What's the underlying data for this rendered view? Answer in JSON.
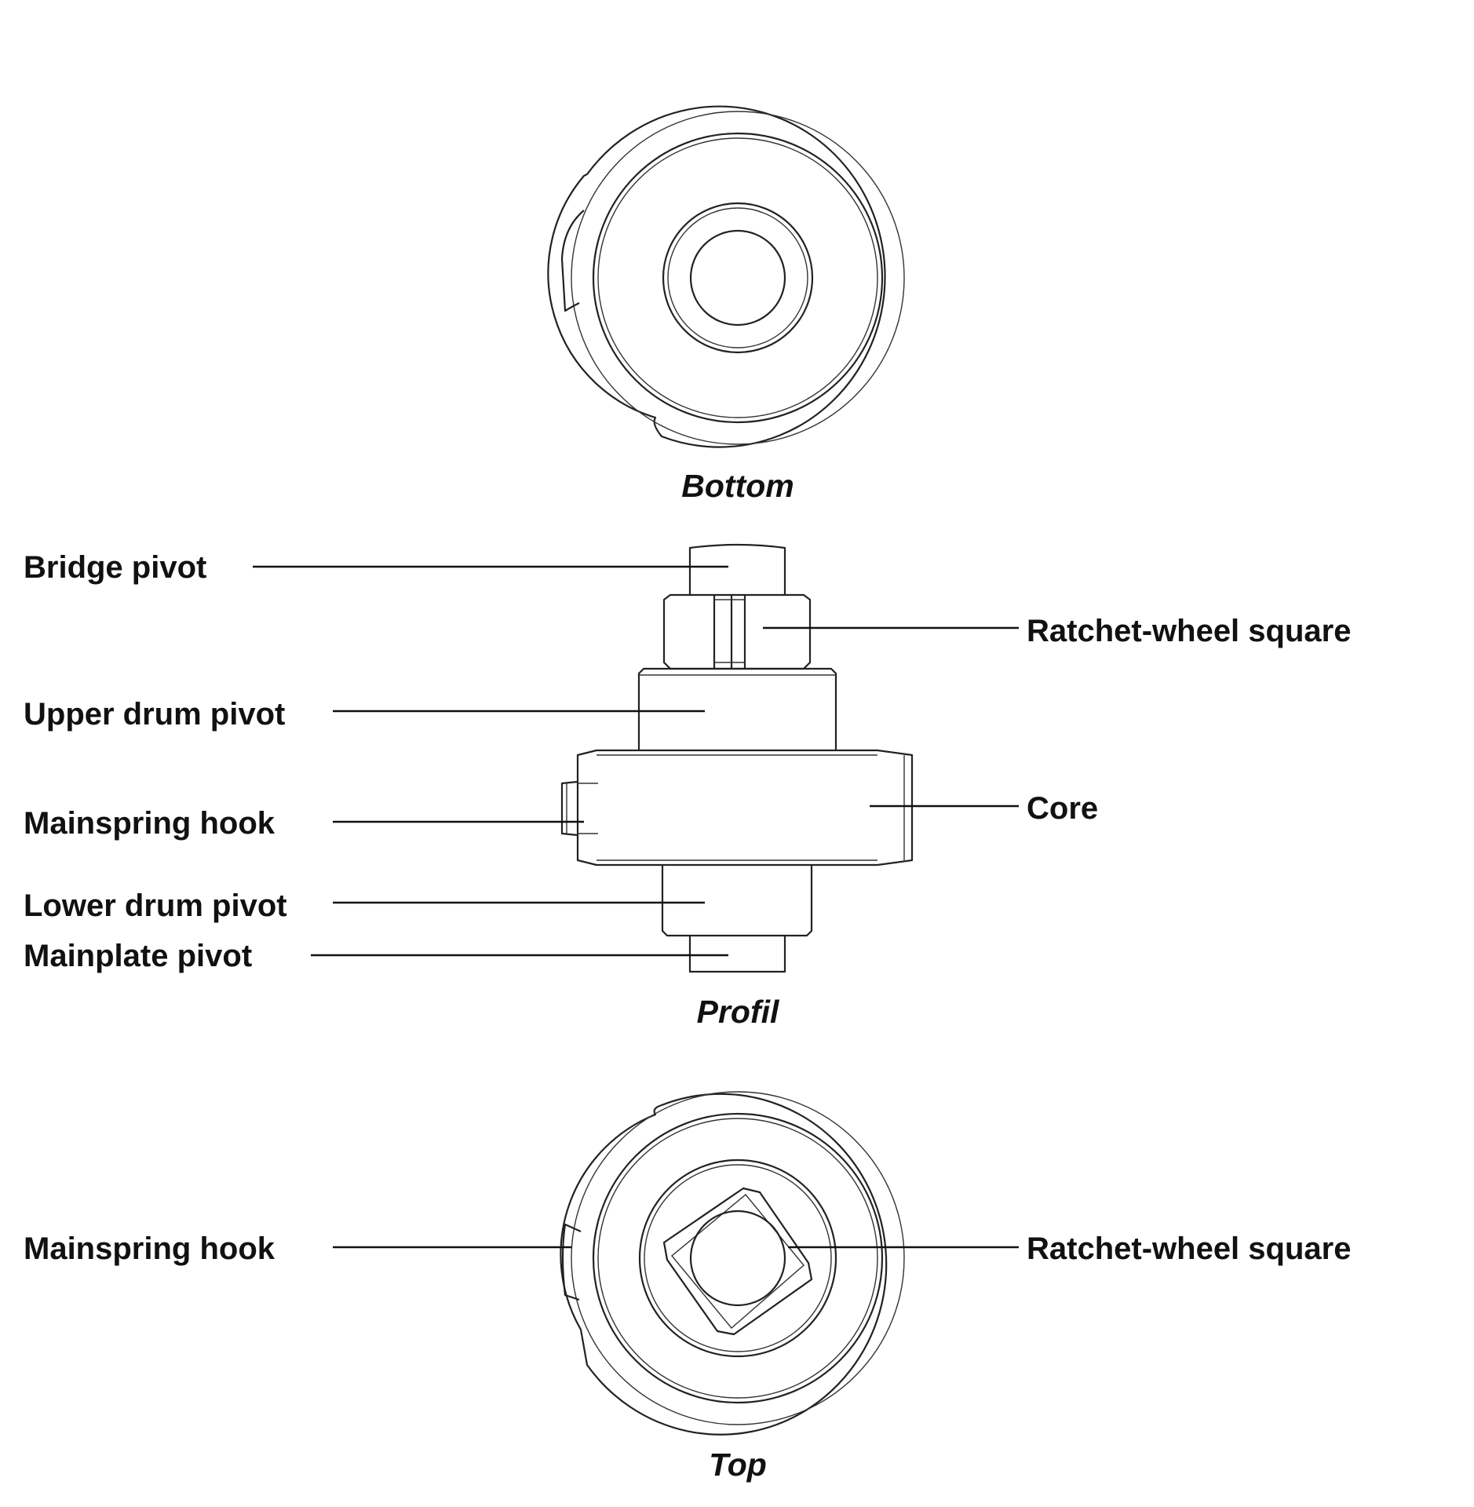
{
  "captions": {
    "bottom": "Bottom",
    "profile": "Profil",
    "top": "Top"
  },
  "labels": {
    "bridge_pivot": "Bridge pivot",
    "ratchet_wheel_square_profile": "Ratchet-wheel square",
    "upper_drum_pivot": "Upper drum pivot",
    "core": "Core",
    "mainspring_hook_profile": "Mainspring hook",
    "lower_drum_pivot": "Lower drum pivot",
    "mainplate_pivot": "Mainplate pivot",
    "mainspring_hook_top": "Mainspring hook",
    "ratchet_wheel_square_top": "Ratchet-wheel square"
  },
  "colors": {
    "line": "#222222",
    "text": "#111111",
    "background": "#ffffff"
  }
}
